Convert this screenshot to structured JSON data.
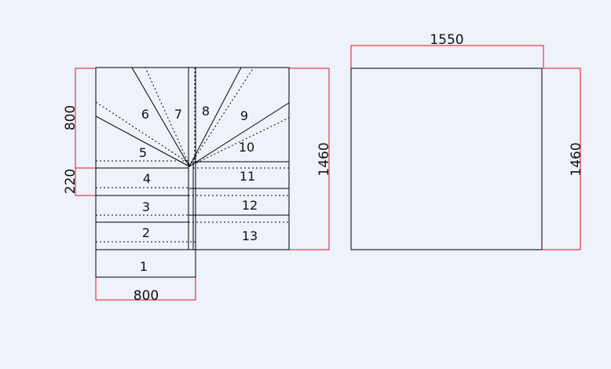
{
  "stair": {
    "steps": [
      "1",
      "2",
      "3",
      "4",
      "5",
      "6",
      "7",
      "8",
      "9",
      "10",
      "11",
      "12",
      "13"
    ]
  },
  "dimensions": {
    "left_height_upper": "800",
    "left_height_lower": "220",
    "bottom_width": "800",
    "stair_right_height": "1460",
    "rect_width": "1550",
    "rect_height": "1460"
  },
  "colors": {
    "dimension_line": "#e0141e",
    "outline": "#000000",
    "background": "#eef2fb"
  }
}
